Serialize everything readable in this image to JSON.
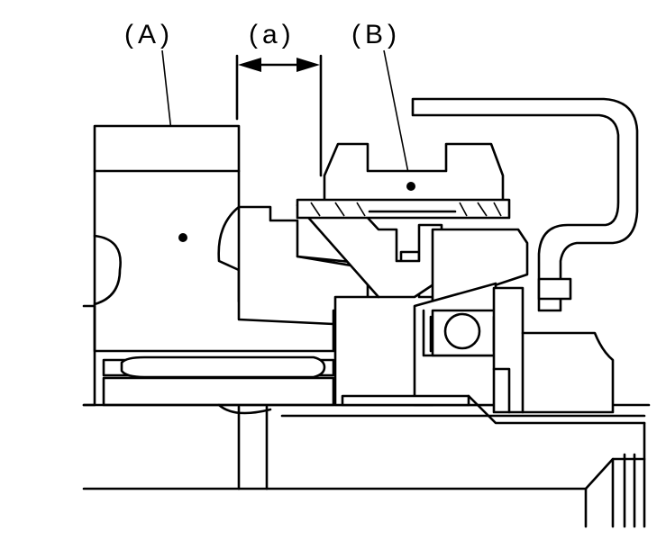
{
  "figure": {
    "labels": {
      "part_a": "(A)",
      "gap_a": "(a)",
      "part_b": "(B)"
    },
    "colors": {
      "line": "#000000",
      "background": "#ffffff"
    }
  }
}
